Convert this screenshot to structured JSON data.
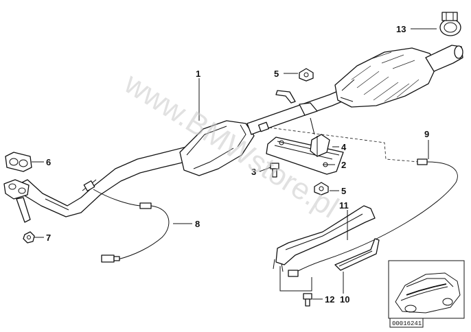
{
  "watermark": "www.BMWstore.pl",
  "diagram_code": "00016241",
  "callouts": {
    "c1": "1",
    "c2": "2",
    "c3": "3",
    "c4": "4",
    "c5a": "5",
    "c5b": "5",
    "c6": "6",
    "c7": "7",
    "c8": "8",
    "c9": "9",
    "c10": "10",
    "c11": "11",
    "c12": "12",
    "c13": "13"
  }
}
